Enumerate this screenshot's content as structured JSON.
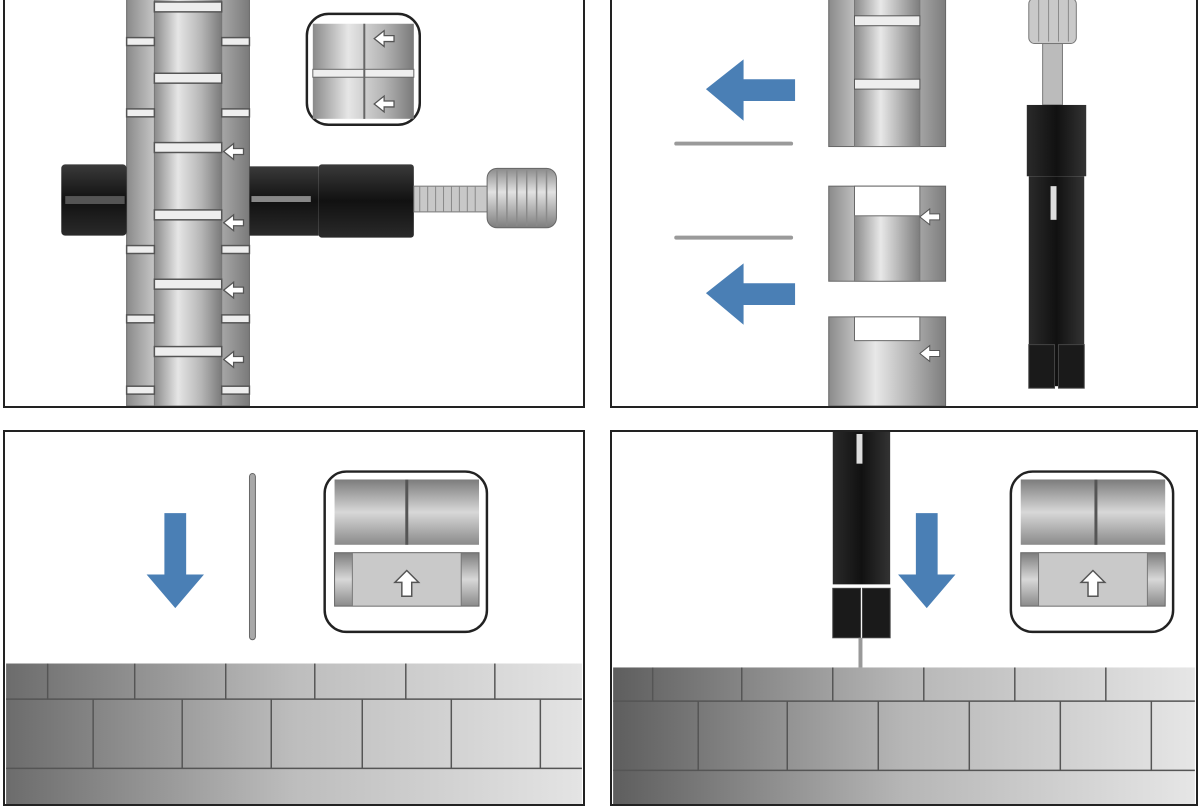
{
  "colors": {
    "accent_arrow": "#4a7fb5",
    "tool_black": "#1c1c1c",
    "steel_light": "#d9d9d9",
    "steel_mid": "#a9a9a9",
    "steel_dark": "#6e6e6e",
    "frame": "#222222",
    "background": "#ffffff"
  },
  "icons": {
    "direction_arrow": "blue-arrow-icon",
    "link_arrow": "outline-arrow-icon",
    "pin": "spring-pin-icon"
  },
  "steps": [
    {
      "panel": 1,
      "scene": "pin-remover-tool-pressed-against-vertical-bracelet"
    },
    {
      "panel": 2,
      "scene": "pins-pushed-out-links-separated"
    },
    {
      "panel": 3,
      "scene": "pin-inserted-downward-into-bracelet"
    },
    {
      "panel": 4,
      "scene": "tool-pushes-pin-back-into-link"
    }
  ]
}
